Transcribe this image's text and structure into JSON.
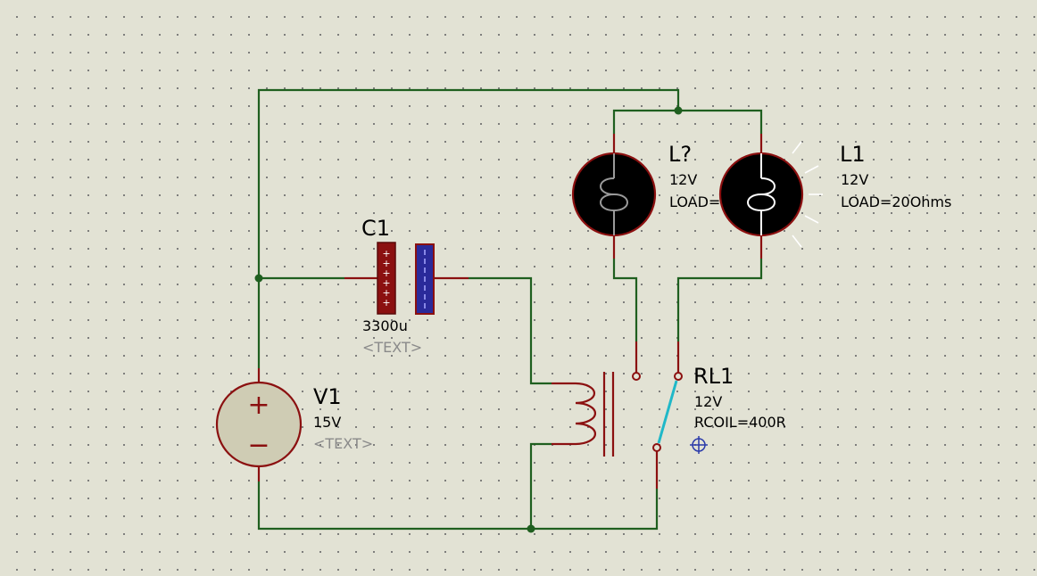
{
  "components": {
    "c1": {
      "ref": "C1",
      "value": "3300u",
      "text": "<TEXT>",
      "plus_glyphs": [
        "+",
        "+",
        "+",
        "+",
        "+",
        "+"
      ]
    },
    "v1": {
      "ref": "V1",
      "value": "15V",
      "text": "<TEXT>",
      "plus_glyph": "+",
      "minus_glyph": "−"
    },
    "lamp_a": {
      "ref": "L?",
      "value": "12V",
      "load": "LOAD="
    },
    "lamp_b": {
      "ref": "L1",
      "value": "12V",
      "load": "LOAD=20Ohms"
    },
    "rl1": {
      "ref": "RL1",
      "value": "12V",
      "coil": "RCOIL=400R"
    }
  },
  "colors": {
    "background": "#e2e2d4",
    "grid_dot": "#6e6e6e",
    "wire": "#1f5f1f",
    "pin": "#8b1010",
    "component_body": "#8b1010",
    "lamp_fill": "#000000",
    "capacitor_negative": "#2a2a9a",
    "relay_switch": "#20b8c8",
    "source_fill": "#cfccb4",
    "placeholder_text": "#8a8a8a",
    "cursor": "#2a3aaa"
  },
  "icons": {
    "cursor": "crosshair-origin-icon",
    "lamp_filament": "filament-icon",
    "light_rays": "light-rays-icon"
  }
}
